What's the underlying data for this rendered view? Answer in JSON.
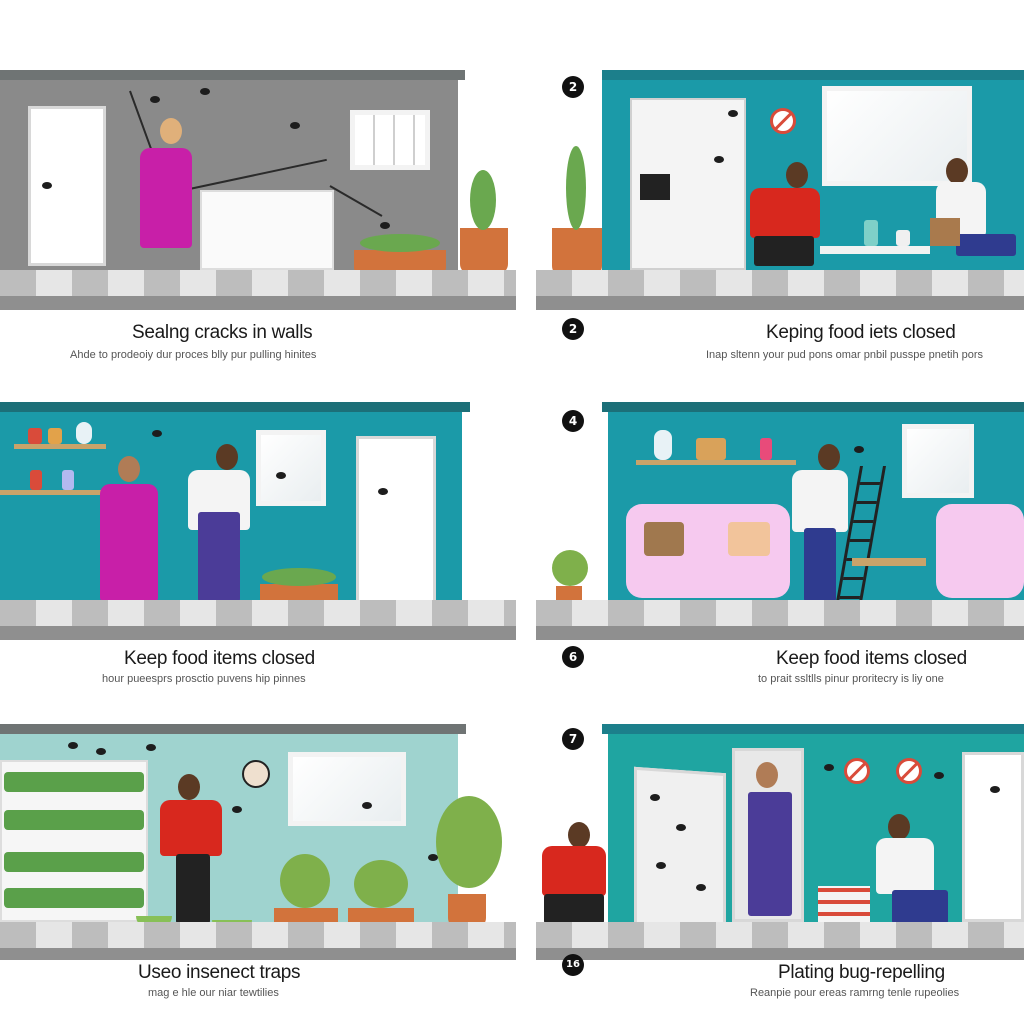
{
  "panels": [
    {
      "number": "",
      "title": "Sealng cracks in walls",
      "subtitle": "Ahde to prodeoiy dur proces blly pur pulling hinites"
    },
    {
      "number": "2",
      "title": "",
      "subtitle": ""
    },
    {
      "number": "2",
      "title": "Keping food iets closed",
      "subtitle": "Inap sltenn your pud pons omar pnbil pusspe pnetih pors"
    },
    {
      "number": "4",
      "title": "",
      "subtitle": ""
    },
    {
      "number": "",
      "title": "Keep food items closed",
      "subtitle": "hour pueesprs prosctio puvens hip pinnes"
    },
    {
      "number": "6",
      "title": "Keep food items closed",
      "subtitle": "to prait ssltlls pinur proritecry is liy one"
    },
    {
      "number": "7",
      "title": "",
      "subtitle": ""
    },
    {
      "number": "",
      "title": "Useo insenect traps",
      "subtitle": "mag e hle our niar tewtilies"
    },
    {
      "number": "16",
      "title": "Plating bug-repelling",
      "subtitle": "Reanpie pour ereas ramrng tenle rupeolies"
    }
  ],
  "colors": {
    "gray_wall": "#8a8a8a",
    "teal_wall": "#1b9aa8",
    "light_wall": "#9fd3cf",
    "roof": "#6f7474"
  }
}
